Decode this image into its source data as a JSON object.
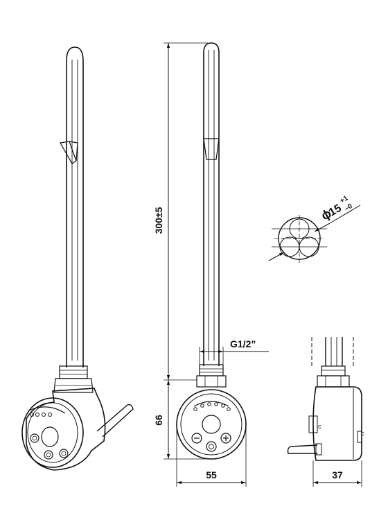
{
  "dimensions": {
    "height": "300±5",
    "thread": "G1/2”",
    "body_height": "66",
    "body_width": "55",
    "body_depth": "37"
  },
  "section": {
    "diameter_symbol": "ϕ",
    "diameter_value": "15",
    "tol_upper": "+1",
    "tol_lower": "–0"
  },
  "colors": {
    "line": "#111111",
    "background": "#ffffff"
  }
}
